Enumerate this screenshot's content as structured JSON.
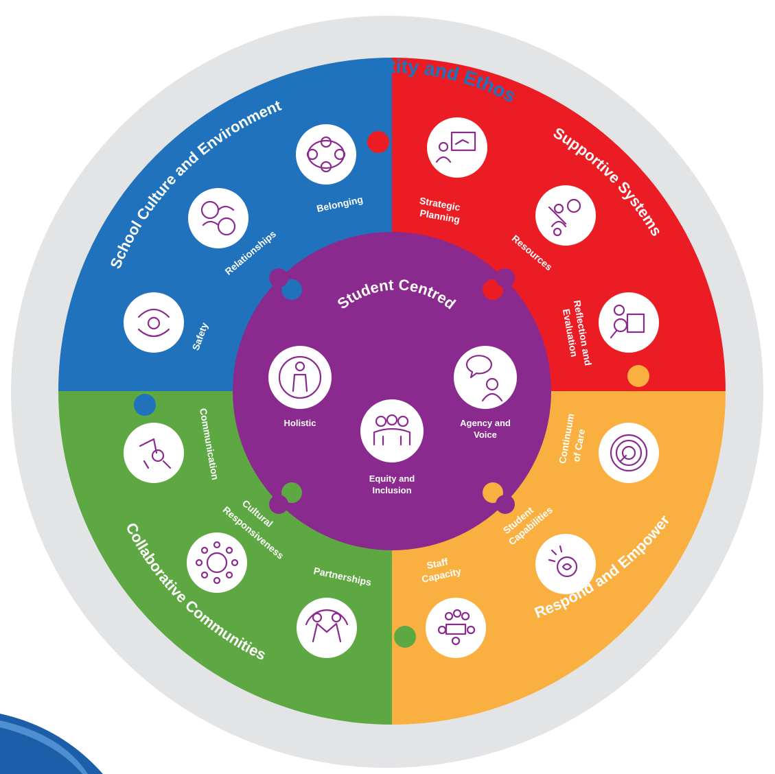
{
  "outer_ring": {
    "title": "Catholic Identity and Ethos"
  },
  "quadrants": {
    "school_culture": {
      "title": "School Culture and Environment",
      "items": [
        "Belonging",
        "Relationships",
        "Safety"
      ]
    },
    "supportive_systems": {
      "title": "Supportive Systems",
      "items": [
        "Strategic",
        "Planning",
        "Resources",
        "Reflection and",
        "Evaluation"
      ]
    },
    "collaborative": {
      "title": "Collaborative Communities",
      "items": [
        "Communication",
        "Cultural",
        "Responsiveness",
        "Partnerships"
      ]
    },
    "respond_empower": {
      "title": "Respond and Empower",
      "items": [
        "Continuum",
        "of Care",
        "Student",
        "Capabilities",
        "Staff",
        "Capacity"
      ]
    }
  },
  "center": {
    "title": "Student Centred",
    "holistic": "Holistic",
    "agency": [
      "Agency and",
      "Voice"
    ],
    "equity": [
      "Equity and",
      "Inclusion"
    ]
  },
  "colors": {
    "ring": "#e3e4e6",
    "blue": "#1f72bb",
    "red": "#ec1c24",
    "green": "#5ea843",
    "orange": "#f9b040",
    "purple": "#8a2a8e",
    "title_blue": "#1c75bc"
  }
}
